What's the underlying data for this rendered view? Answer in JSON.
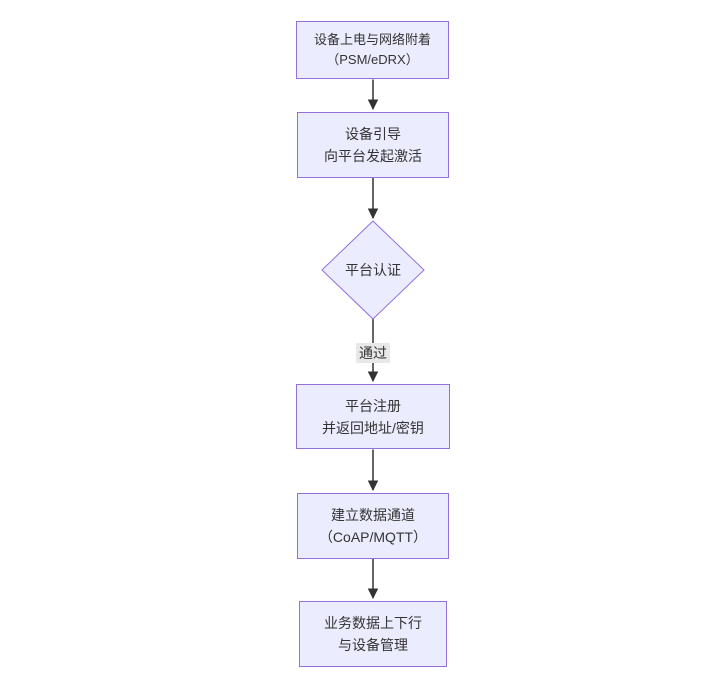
{
  "diagram": {
    "type": "flowchart",
    "direction": "top-down",
    "colors": {
      "background": "#ffffff",
      "node_fill": "#ECECFF",
      "node_border": "#9370DB",
      "text": "#333333",
      "arrow": "#333333",
      "edge_label_bg": "#e8e8e8"
    },
    "nodes": [
      {
        "id": "power-on",
        "shape": "rect",
        "line1": "设备上电与网络附着",
        "line2": "（PSM/eDRX）"
      },
      {
        "id": "bootstrap",
        "shape": "rect",
        "line1": "设备引导",
        "line2": "向平台发起激活"
      },
      {
        "id": "auth",
        "shape": "diamond",
        "line1": "平台认证",
        "line2": ""
      },
      {
        "id": "register",
        "shape": "rect",
        "line1": "平台注册",
        "line2": "并返回地址/密钥"
      },
      {
        "id": "channel",
        "shape": "rect",
        "line1": "建立数据通道",
        "line2": "（CoAP/MQTT）"
      },
      {
        "id": "business",
        "shape": "rect",
        "line1": "业务数据上下行",
        "line2": "与设备管理"
      }
    ],
    "edges": [
      {
        "from": "power-on",
        "to": "bootstrap",
        "label": ""
      },
      {
        "from": "bootstrap",
        "to": "auth",
        "label": ""
      },
      {
        "from": "auth",
        "to": "register",
        "label": "通过"
      },
      {
        "from": "register",
        "to": "channel",
        "label": ""
      },
      {
        "from": "channel",
        "to": "business",
        "label": ""
      }
    ]
  }
}
